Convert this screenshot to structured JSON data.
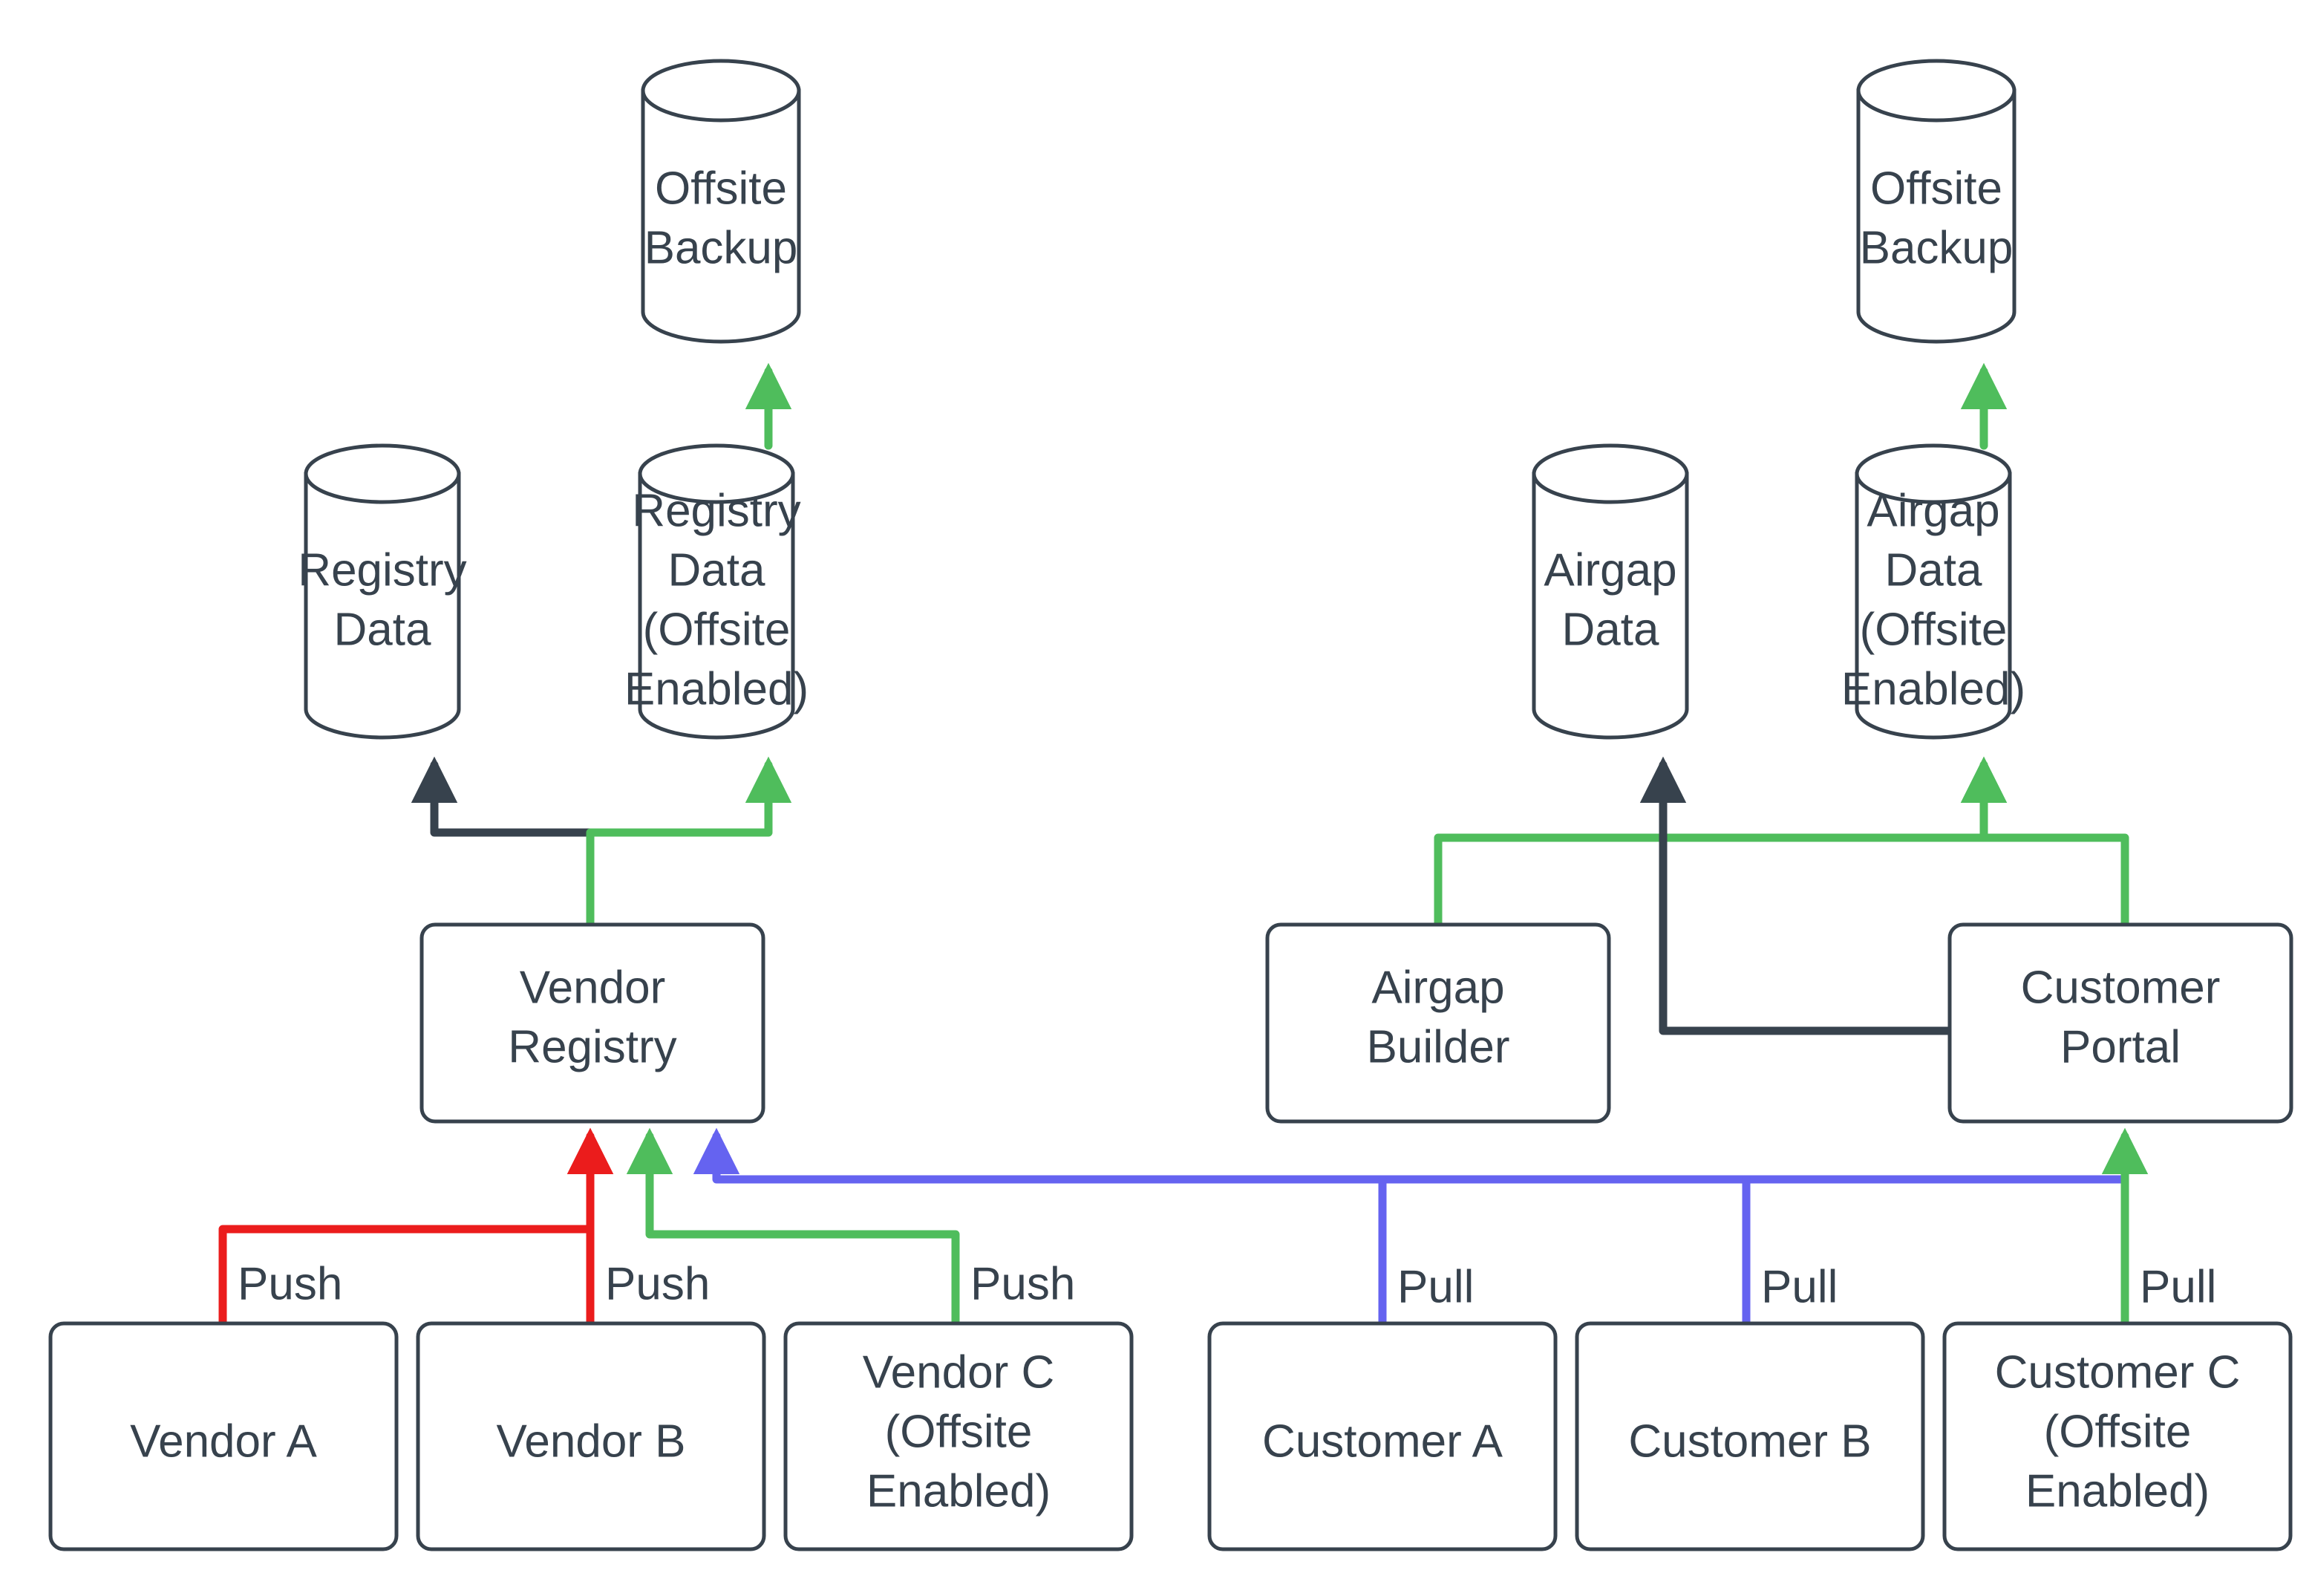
{
  "diagram": {
    "title": "Vendor Registry and Airgap Data Flow",
    "background_color": "#ffffff",
    "node_stroke_color": "#37424d",
    "node_fill_color": "#ffffff",
    "text_color": "#37424d"
  },
  "colors": {
    "dark": "#37424d",
    "green": "#4fbd5c",
    "red": "#eb1c1c",
    "blue": "#6563f0"
  },
  "nodes": {
    "offsite_backup_left": {
      "label_line1": "Offsite",
      "label_line2": "Backup",
      "shape": "cylinder"
    },
    "offsite_backup_right": {
      "label_line1": "Offsite",
      "label_line2": "Backup",
      "shape": "cylinder"
    },
    "registry_data": {
      "label_line1": "Registry",
      "label_line2": "Data",
      "shape": "cylinder"
    },
    "registry_data_offsite": {
      "label_line1": "Registry",
      "label_line2": "Data",
      "label_line3": "(Offsite",
      "label_line4": "Enabled)",
      "shape": "cylinder"
    },
    "airgap_data": {
      "label_line1": "Airgap",
      "label_line2": "Data",
      "shape": "cylinder"
    },
    "airgap_data_offsite": {
      "label_line1": "Airgap",
      "label_line2": "Data",
      "label_line3": "(Offsite",
      "label_line4": "Enabled)",
      "shape": "cylinder"
    },
    "vendor_registry": {
      "label_line1": "Vendor",
      "label_line2": "Registry",
      "shape": "rounded-rect"
    },
    "airgap_builder": {
      "label_line1": "Airgap",
      "label_line2": "Builder",
      "shape": "rounded-rect"
    },
    "customer_portal": {
      "label_line1": "Customer",
      "label_line2": "Portal",
      "shape": "rounded-rect"
    },
    "vendor_a": {
      "label_line1": "Vendor A",
      "shape": "rounded-rect"
    },
    "vendor_b": {
      "label_line1": "Vendor B",
      "shape": "rounded-rect"
    },
    "vendor_c": {
      "label_line1": "Vendor C",
      "label_line2": "(Offsite",
      "label_line3": "Enabled)",
      "shape": "rounded-rect"
    },
    "customer_a": {
      "label_line1": "Customer A",
      "shape": "rounded-rect"
    },
    "customer_b": {
      "label_line1": "Customer B",
      "shape": "rounded-rect"
    },
    "customer_c": {
      "label_line1": "Customer C",
      "label_line2": "(Offsite",
      "label_line3": "Enabled)",
      "shape": "rounded-rect"
    }
  },
  "edge_labels": {
    "vendor_a_push": "Push",
    "vendor_b_push": "Push",
    "vendor_c_push": "Push",
    "customer_a_pull": "Pull",
    "customer_b_pull": "Pull",
    "customer_c_pull": "Pull"
  }
}
